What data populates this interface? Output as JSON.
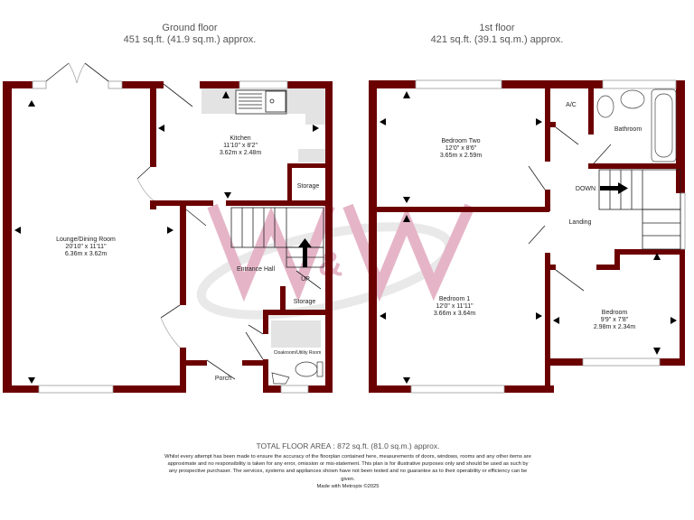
{
  "ground_floor": {
    "title": "Ground floor",
    "area": "451 sq.ft. (41.9 sq.m.) approx.",
    "rooms": {
      "lounge": {
        "name": "Lounge/Dining Room",
        "imperial": "20'10\"  x 11'11\"",
        "metric": "6.36m  x 3.62m"
      },
      "kitchen": {
        "name": "Kitchen",
        "imperial": "11'10\"  x 8'2\"",
        "metric": "3.62m  x 2.48m"
      },
      "storage_1": {
        "name": "Storage"
      },
      "entrance_hall": {
        "name": "Entrance Hall"
      },
      "up": {
        "name": "UP"
      },
      "storage_2": {
        "name": "Storage"
      },
      "cloakroom": {
        "name": "Cloakroom/Utility Room"
      },
      "porch": {
        "name": "Porch"
      }
    }
  },
  "first_floor": {
    "title": "1st floor",
    "area": "421 sq.ft. (39.1 sq.m.) approx.",
    "rooms": {
      "bedroom_two": {
        "name": "Bedroom Two",
        "imperial": "12'0\"  x 8'6\"",
        "metric": "3.65m  x 2.59m"
      },
      "ac": {
        "name": "A/C"
      },
      "bathroom": {
        "name": "Bathroom"
      },
      "down": {
        "name": "DOWN"
      },
      "landing": {
        "name": "Landing"
      },
      "bedroom_1": {
        "name": "Bedroom 1",
        "imperial": "12'0\"  x 11'11\"",
        "metric": "3.66m  x 3.64m"
      },
      "bedroom_3": {
        "name": "Bedroom",
        "imperial": "9'9\"  x 7'8\"",
        "metric": "2.98m  x 2.34m"
      }
    }
  },
  "footer": {
    "total_area": "TOTAL FLOOR AREA : 872 sq.ft. (81.0 sq.m.) approx.",
    "disclaimer": "Whilst every attempt has been made to ensure the accuracy of the floorplan contained here, measurements of doors, windows, rooms and any other items are approximate and no responsibility is taken for any error, omission or mis-statement. This plan is for illustrative purposes only and should be used as such by any prospective purchaser. The services, systems and appliances shown have not been tested and no guarantee as to their operability or efficiency can be given.",
    "made_with": "Made with Metropix ©2025"
  },
  "colors": {
    "wall": "#6b0000",
    "watermark": "#d9a3b8",
    "fixtures": "#e0e0e0"
  }
}
